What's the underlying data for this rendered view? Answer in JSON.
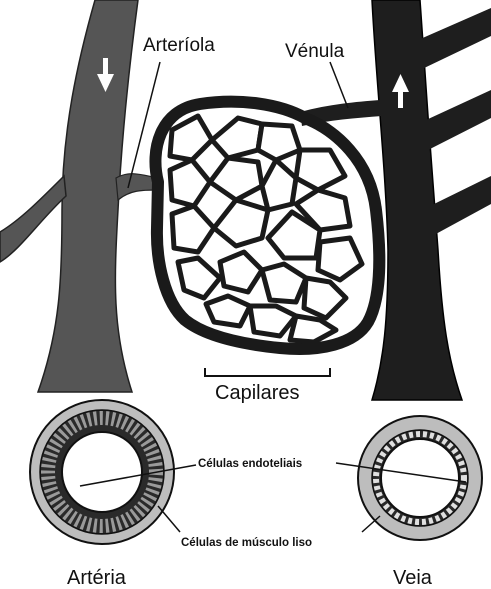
{
  "labels": {
    "arteriole": "Arteríola",
    "venule": "Vénula",
    "capillaries": "Capilares",
    "endothelial_cells": "Células endoteliais",
    "smooth_muscle_cells": "Células de músculo liso",
    "artery": "Artéria",
    "vein": "Veia"
  },
  "colors": {
    "artery": "#555555",
    "vein": "#1e1e1e",
    "capillary": "#1a1a1a",
    "wall_ring": "#bdbdbd",
    "outline": "#111111",
    "background": "#ffffff"
  },
  "flow_arrows": {
    "artery": "down",
    "vein": "up"
  }
}
